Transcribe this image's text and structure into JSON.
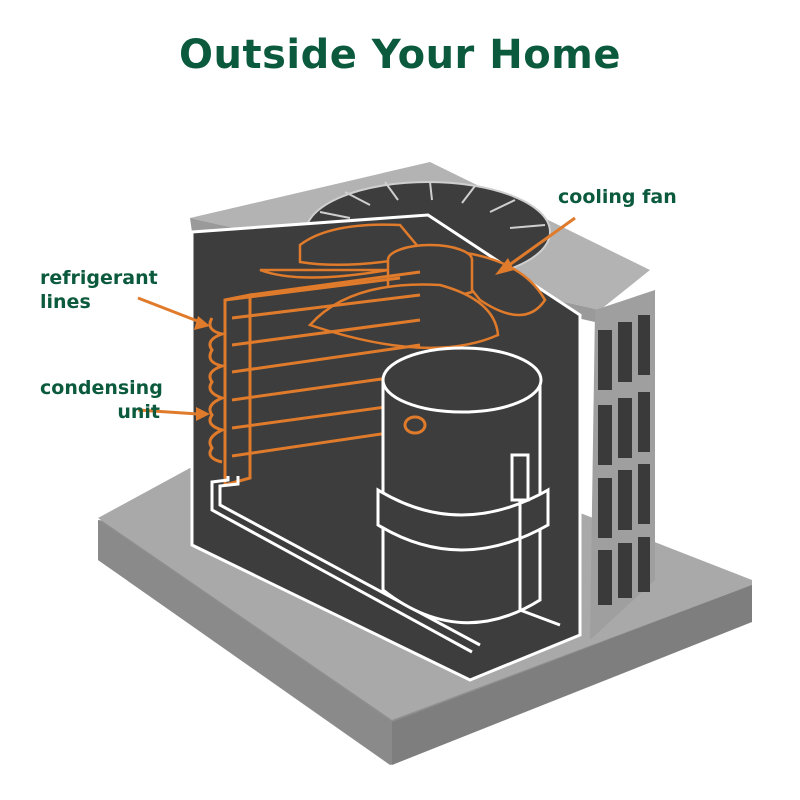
{
  "title": "Outside Your Home",
  "labels": {
    "cooling_fan": "cooling fan",
    "refrigerant_lines": [
      "refrigerant",
      "lines"
    ],
    "condensing_unit": [
      "condensing",
      "unit"
    ]
  },
  "colors": {
    "title_green": "#0b5a3e",
    "copper_orange": "#e07b2b",
    "cabinet_dark": "#3d3d3d",
    "housing_gray": "#b8b8b8",
    "base_gray": "#a9a9a9"
  }
}
